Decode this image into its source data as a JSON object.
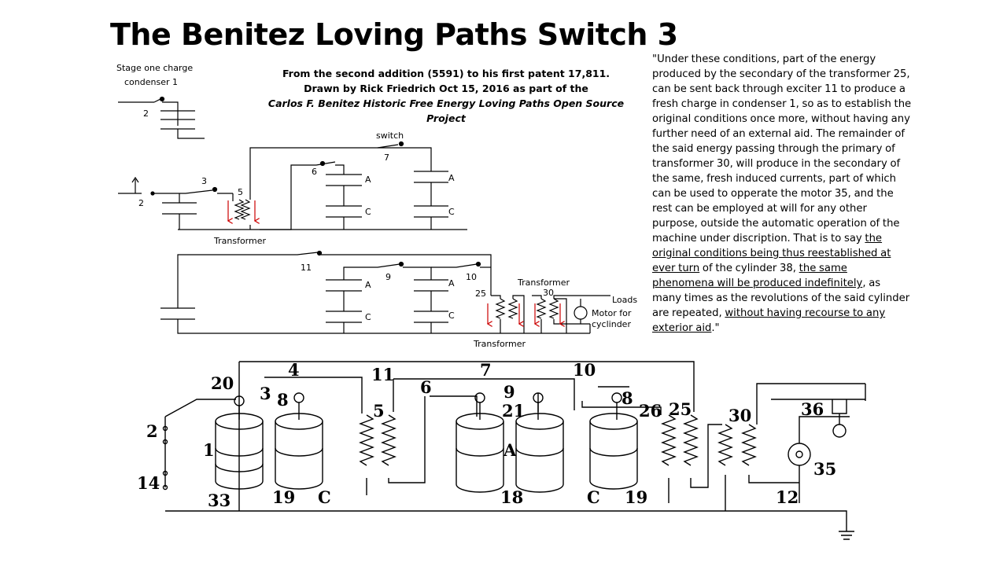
{
  "title": "The Benitez Loving Paths Switch 3",
  "credit": {
    "line1": "From the second addition (5591) to his first patent 17,811.",
    "line2": "Drawn by Rick Friedrich Oct 15, 2016 as part of the",
    "line3": "Carlos F. Benitez Historic Free Energy Loving Paths Open Source Project"
  },
  "quote": {
    "part1": "\"Under these conditions, part of the energy produced by the secondary of the transformer 25, can be sent back through exciter 11 to produce a fresh charge in condenser 1, so as to establish the original conditions once more, without having any further need of an external aid. The remainder of the said energy passing through the primary of transformer 30, will produce in the secondary of the same, fresh induced currents, part of which can be used to opperate the motor 35, and the rest can be employed at will for any other purpose, outside the automatic operation of the machine under discription. That is to say ",
    "u1": "the original conditions being thus reestablished at ever turn",
    "part2": " of the cylinder 38, ",
    "u2": "the same phenomena will be produced indefinitely",
    "part3": ", as many times as the revolutions of the said cylinder are repeated, ",
    "u3": "without having recourse to any exterior aid",
    "part4": ".\""
  },
  "schematic": {
    "stage_label_1": "Stage one charge",
    "stage_label_2": "condenser 1",
    "switch_word": "switch",
    "transformer": "Transformer",
    "loads": "Loads",
    "motor_1": "Motor for",
    "motor_2": "cyclinder",
    "A": "A",
    "C": "C",
    "n2": "2",
    "n3": "3",
    "n5": "5",
    "n6": "6",
    "n7": "7",
    "n9": "9",
    "n10": "10",
    "n11": "11",
    "n25": "25",
    "n30": "30"
  },
  "patent": {
    "l1": "1",
    "l2": "2",
    "l3": "3",
    "l4": "4",
    "l5": "5",
    "l6": "6",
    "l7": "7",
    "l8": "8",
    "l9": "9",
    "l10": "10",
    "l11": "11",
    "l12": "12",
    "l14": "14",
    "l18": "18",
    "l19": "19",
    "l20": "20",
    "l21": "21",
    "l25": "25",
    "l26": "26",
    "l30": "30",
    "l33": "33",
    "l35": "35",
    "l36": "36",
    "lA": "A",
    "lC": "C"
  },
  "colors": {
    "arrow": "#cc0000",
    "ink": "#000000"
  }
}
